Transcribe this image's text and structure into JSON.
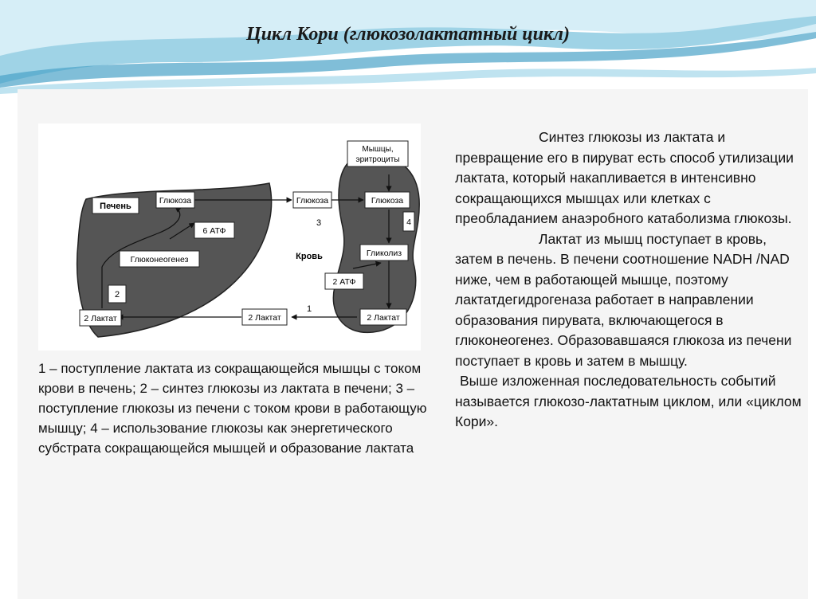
{
  "title": "Цикл Кори (глюкозолактатный цикл)",
  "diagram": {
    "liver_label": "Печень",
    "liver_glucose": "Глюкоза",
    "liver_atp": "6 АТФ",
    "gluconeogenesis": "Глюконеогенез",
    "step2": "2",
    "liver_lactate": "2 Лактат",
    "blood_glucose": "Глюкоза",
    "step3": "3",
    "blood_label": "Кровь",
    "blood_lactate": "2 Лактат",
    "step1": "1",
    "muscle_label_line1": "Мышцы,",
    "muscle_label_line2": "эритроциты",
    "muscle_glucose": "Глюкоза",
    "step4": "4",
    "glycolysis": "Гликолиз",
    "muscle_atp": "2 АТФ",
    "muscle_lactate": "2 Лактат"
  },
  "caption": "1 – поступление лактата из сокращающейся мышцы с током крови в печень; 2 – синтез глюкозы из лактата в печени; 3 – поступление глюкозы из печени с током крови в работающую мышцу; 4 – использование глюкозы как энергетического субстрата сокращающейся мышцей и образование лактата",
  "paragraphs": [
    "Синтез глюкозы из лактата и превращение его в пируват есть способ утилизации лактата, который накапливается в интенсивно сокращающихся мышцах или клетках с преобладанием анаэробного катаболизма глюкозы.",
    "Лактат из мышц поступает в кровь, затем в печень. В печени соотношение NADH /NAD ниже, чем в работающей мышце, поэтому лактатдегидрогеназа работает в направлении образования пирувата, включающегося в глюконеогенез. Образовавшаяся глюкоза из печени поступает в кровь и затем в мышцу.",
    "Выше изложенная последовательность событий называется глюкозо-лактатным циклом, или «циклом Кори»."
  ],
  "colors": {
    "wave_light": "#d6eef7",
    "wave_mid": "#9fd3e6",
    "wave_dark": "#4aa3c8",
    "organ_fill": "#555555",
    "panel_bg": "#f5f5f5"
  }
}
